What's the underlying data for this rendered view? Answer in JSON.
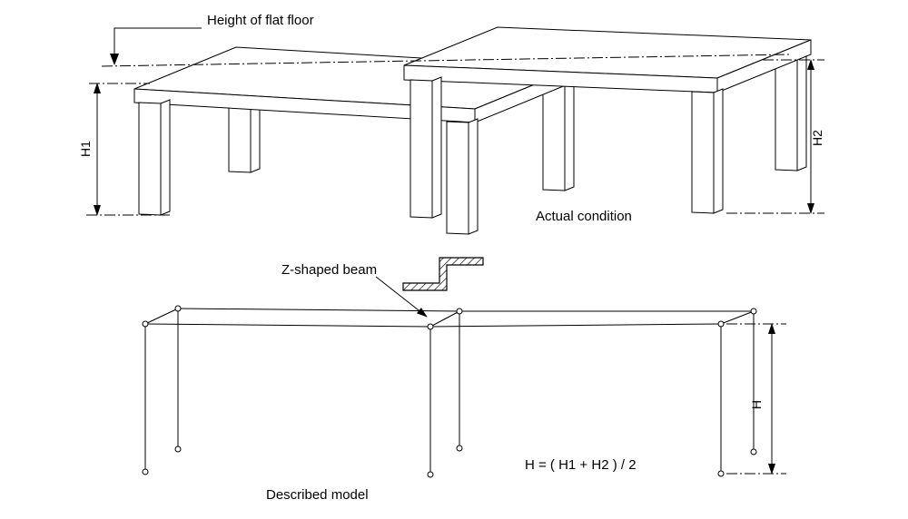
{
  "diagram": {
    "top_label": "Height of flat floor",
    "actual_condition_label": "Actual condition",
    "z_beam_label": "Z-shaped beam",
    "formula": "H = ( H1 + H2 ) / 2",
    "described_model_label": "Described model",
    "dims": {
      "h1": "H1",
      "h2": "H2",
      "h": "H"
    },
    "colors": {
      "line": "#000000",
      "background": "#ffffff"
    }
  }
}
